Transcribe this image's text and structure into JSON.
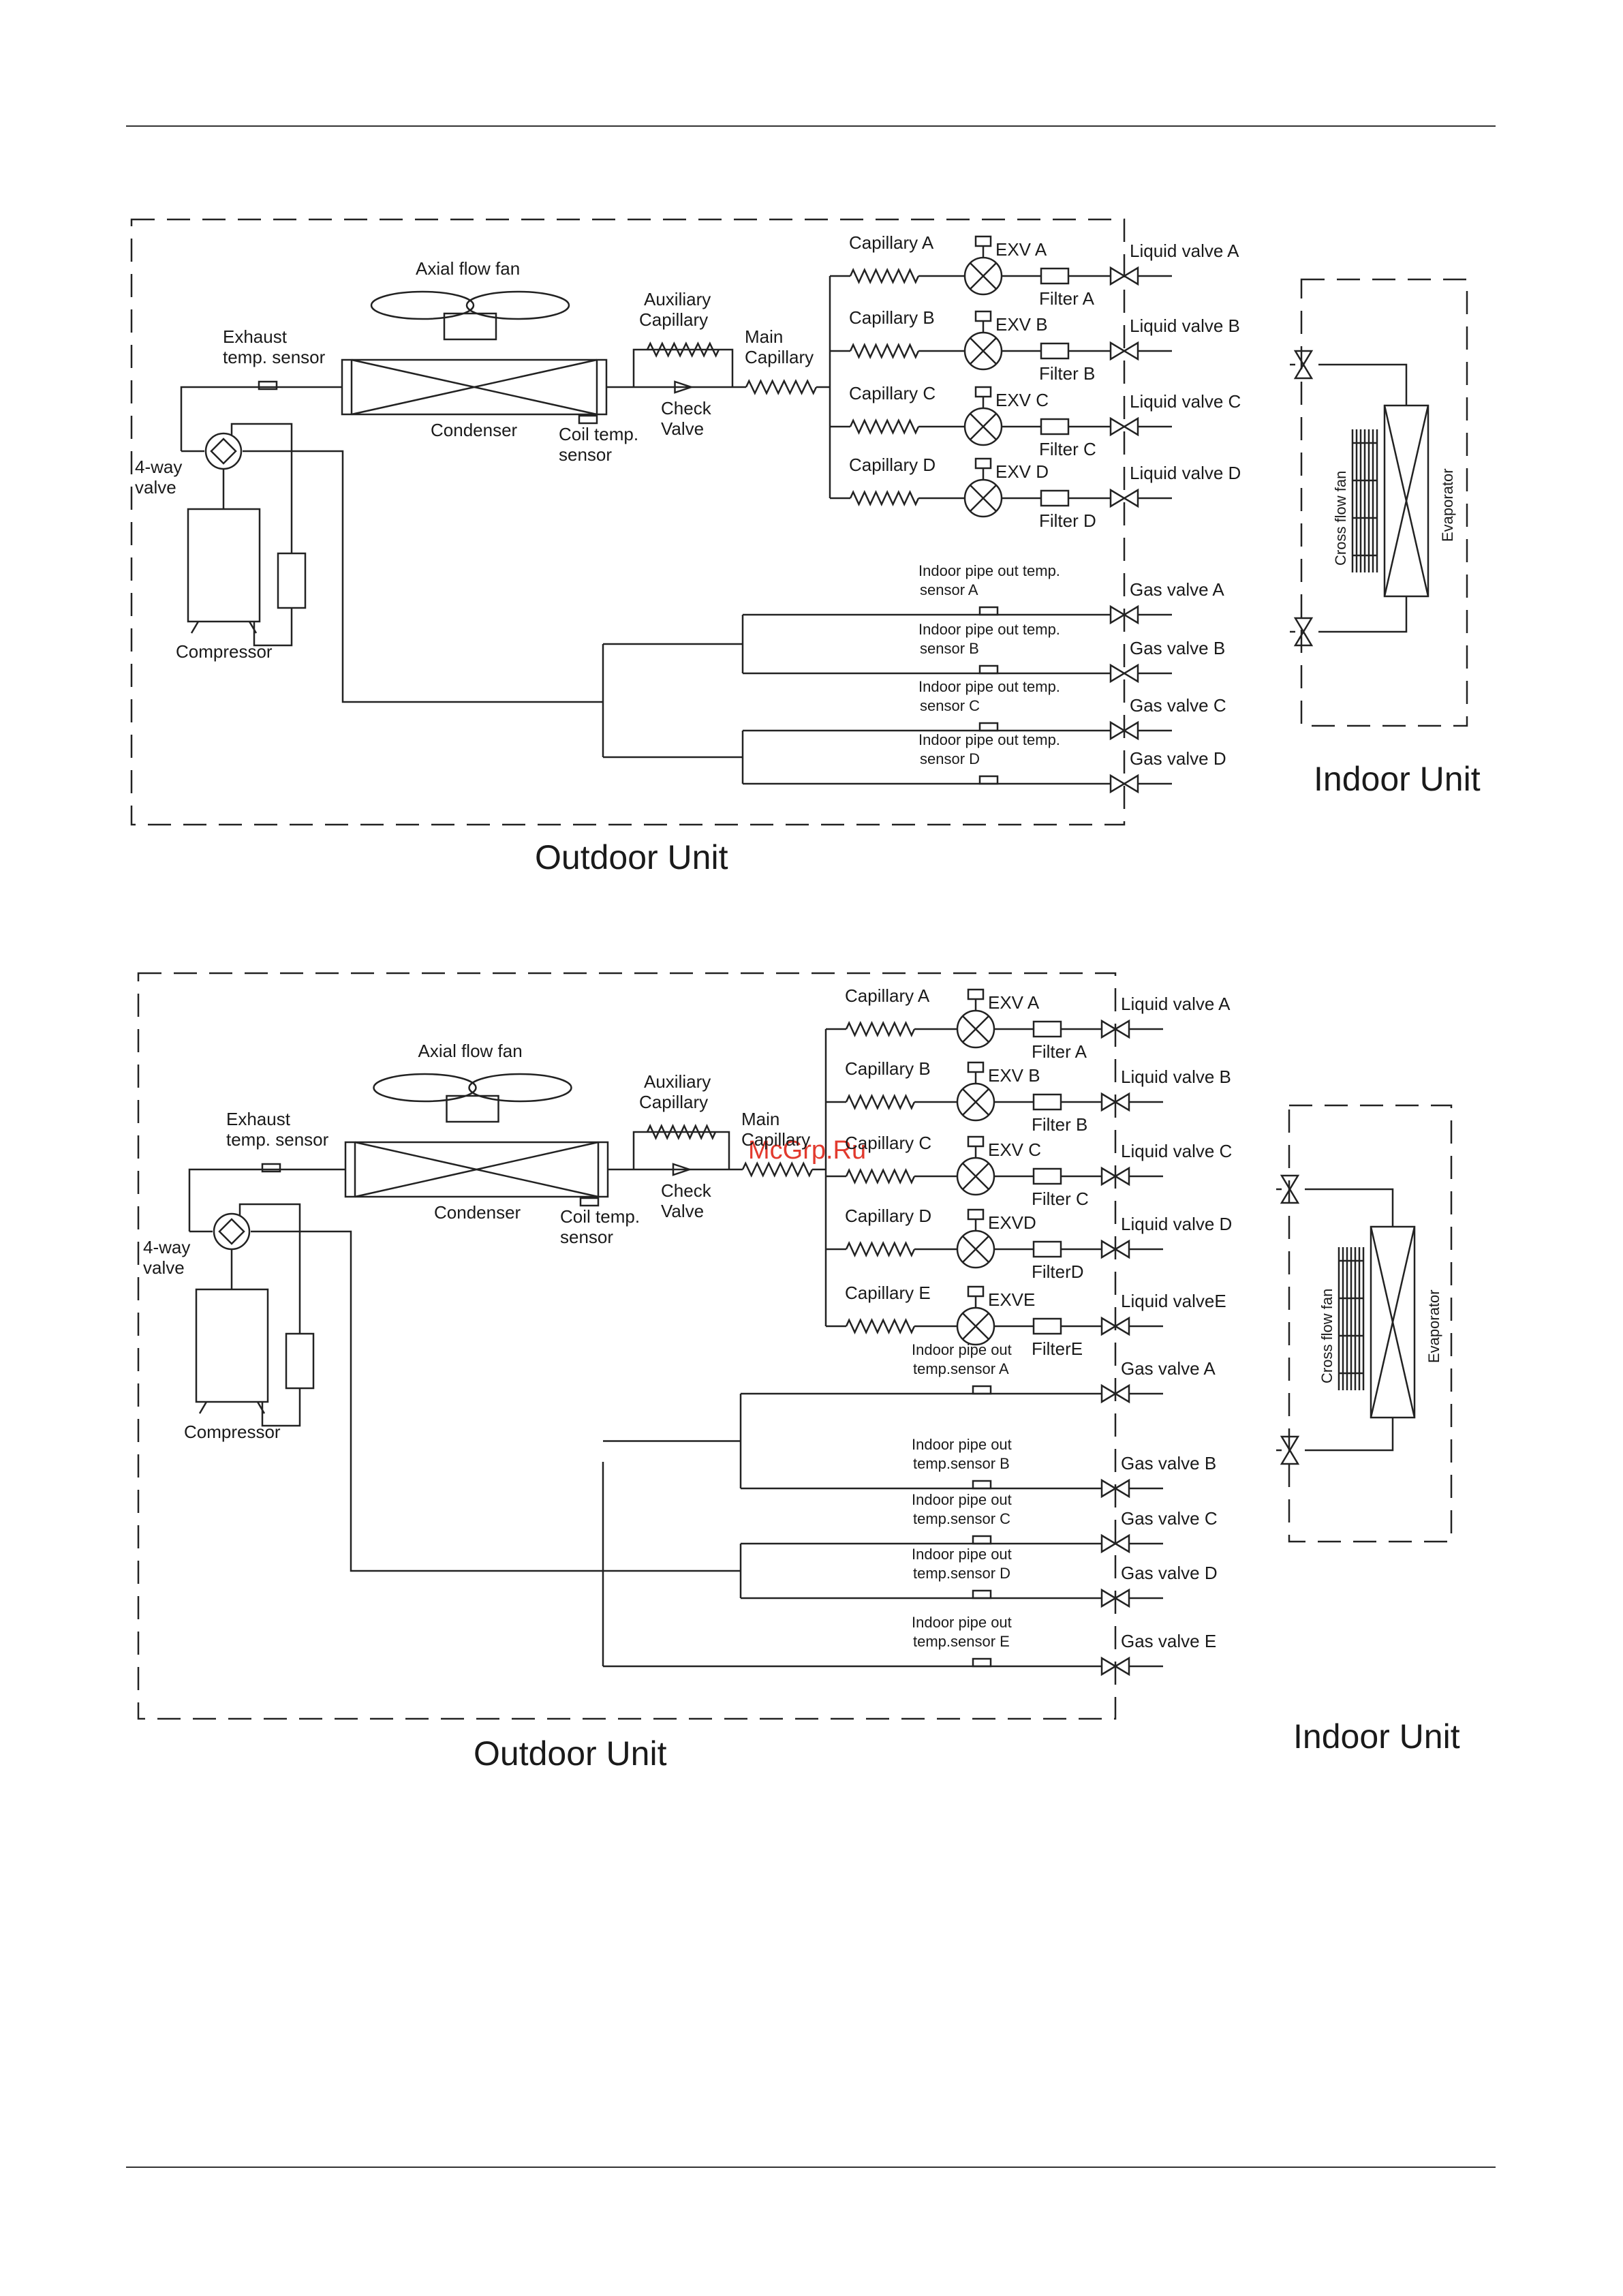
{
  "watermark": "McGrp.Ru",
  "diagram1": {
    "outdoor_title": "Outdoor Unit",
    "indoor_title": "Indoor Unit",
    "axial_fan": "Axial  flow fan",
    "exhaust_1": "Exhaust",
    "exhaust_2": "temp. sensor",
    "condenser": "Condenser",
    "coil_1": "Coil temp.",
    "coil_2": "sensor",
    "aux_1": "Auxiliary",
    "aux_2": "Capillary",
    "check_1": "Check",
    "check_2": "Valve",
    "main_1": "Main",
    "main_2": "Capillary",
    "fourway_1": "4-way",
    "fourway_2": "valve",
    "compressor": "Compressor",
    "cross_fan": "Cross flow fan",
    "evaporator": "Evaporator",
    "branches": [
      {
        "capillary": "Capillary A",
        "exv": "EXV A",
        "filter": "Filter A",
        "liquid": "Liquid valve A"
      },
      {
        "capillary": "Capillary B",
        "exv": "EXV B",
        "filter": "Filter B",
        "liquid": "Liquid valve B"
      },
      {
        "capillary": "Capillary C",
        "exv": "EXV C",
        "filter": "Filter C",
        "liquid": "Liquid valve C"
      },
      {
        "capillary": "Capillary D",
        "exv": "EXV D",
        "filter": "Filter D",
        "liquid": "Liquid valve D"
      }
    ],
    "gas": [
      {
        "s1": "Indoor pipe out temp.",
        "s2": "sensor A",
        "valve": "Gas valve A"
      },
      {
        "s1": "Indoor pipe out temp.",
        "s2": "sensor B",
        "valve": "Gas valve B"
      },
      {
        "s1": "Indoor pipe out temp.",
        "s2": "sensor  C",
        "valve": "Gas valve C"
      },
      {
        "s1": "Indoor pipe out temp.",
        "s2": "sensor  D",
        "valve": "Gas valve D"
      }
    ]
  },
  "diagram2": {
    "outdoor_title": "Outdoor Unit",
    "indoor_title": "Indoor Unit",
    "axial_fan": "Axial  flow fan",
    "exhaust_1": "Exhaust",
    "exhaust_2": "temp. sensor",
    "condenser": "Condenser",
    "coil_1": "Coil temp.",
    "coil_2": "sensor",
    "aux_1": "Auxiliary",
    "aux_2": "Capillary",
    "check_1": "Check",
    "check_2": "Valve",
    "main_1": "Main",
    "main_2": "Capillary",
    "fourway_1": "4-way",
    "fourway_2": "valve",
    "compressor": "Compressor",
    "cross_fan": "Cross flow fan",
    "evaporator": "Evaporator",
    "branches": [
      {
        "capillary": "Capillary A",
        "exv": "EXV A",
        "filter": "Filter A",
        "liquid": "Liquid valve A"
      },
      {
        "capillary": "Capillary B",
        "exv": "EXV B",
        "filter": "Filter B",
        "liquid": "Liquid valve B"
      },
      {
        "capillary": "Capillary C",
        "exv": "EXV C",
        "filter": "Filter C",
        "liquid": "Liquid valve C"
      },
      {
        "capillary": "Capillary D",
        "exv": "EXVD",
        "filter": "FilterD",
        "liquid": "Liquid valve D"
      },
      {
        "capillary": "Capillary E",
        "exv": "EXVE",
        "filter": "FilterE",
        "liquid": "Liquid valveE"
      }
    ],
    "gas": [
      {
        "s1": "Indoor pipe out",
        "s2": "temp.sensor A",
        "valve": "Gas valve A"
      },
      {
        "s1": "Indoor pipe out",
        "s2": "temp.sensor B",
        "valve": "Gas valve B"
      },
      {
        "s1": "Indoor pipe out",
        "s2": "temp.sensor C",
        "valve": "Gas valve C"
      },
      {
        "s1": "Indoor pipe out",
        "s2": "temp.sensor D",
        "valve": "Gas valve D"
      },
      {
        "s1": "Indoor pipe out",
        "s2": "temp.sensor E",
        "valve": "Gas valve E"
      }
    ]
  }
}
